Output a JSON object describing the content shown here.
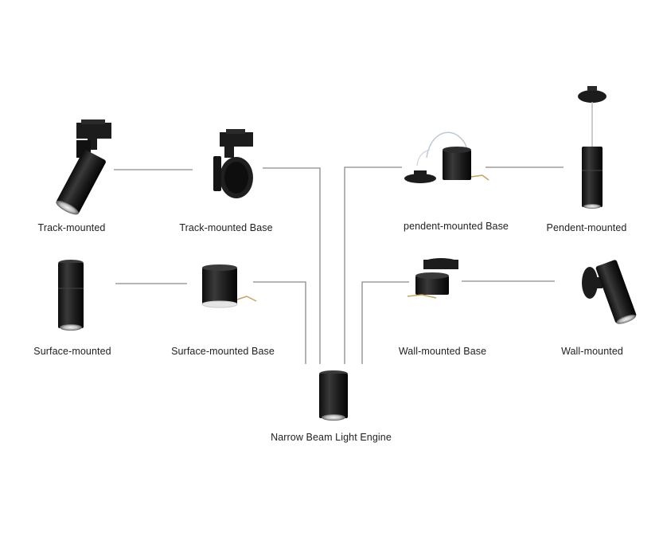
{
  "labels": {
    "track_mounted": "Track-mounted",
    "track_mounted_base": "Track-mounted Base",
    "pendent_mounted_base": "pendent-mounted Base",
    "pendent_mounted": "Pendent-mounted",
    "surface_mounted": "Surface-mounted",
    "surface_mounted_base": "Surface-mounted Base",
    "wall_mounted_base": "Wall-mounted Base",
    "wall_mounted": "Wall-mounted",
    "light_engine": "Narrow Beam Light Engine"
  },
  "colors": {
    "line": "#8a8a8a",
    "product_black": "#1c1c1c",
    "lens": "#d9d9d9"
  }
}
